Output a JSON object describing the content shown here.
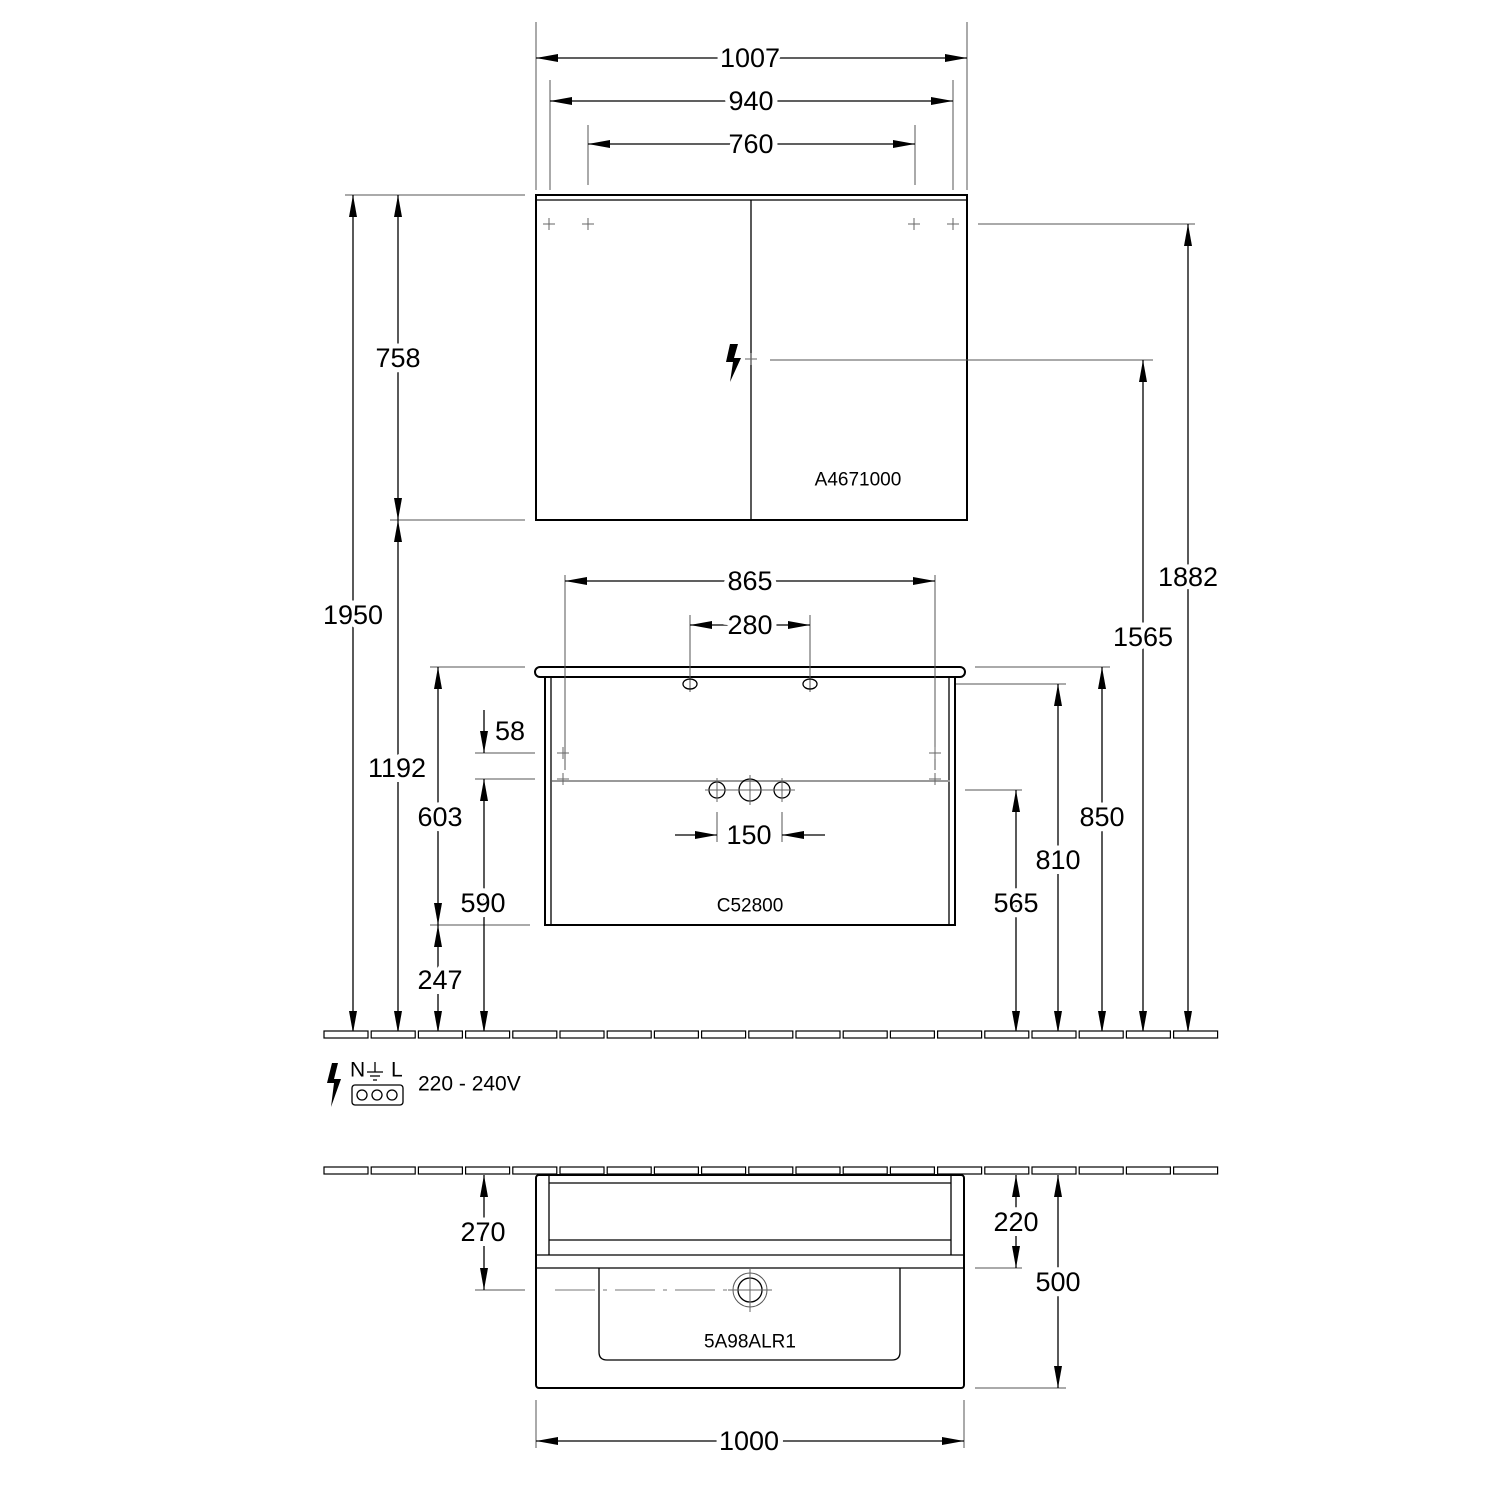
{
  "labels": {
    "mirror_cabinet": "A4671000",
    "vanity_unit": "C52800",
    "washbasin": "5A98ALR1",
    "voltage": "220 - 240V",
    "terminal_n": "N",
    "terminal_l": "L"
  },
  "dimensions": {
    "mirror_outer_width": "1007",
    "mirror_width": "940",
    "mirror_fixing_spacing": "760",
    "mirror_height": "758",
    "total_height": "1950",
    "mirror_bottom_height": "1192",
    "mirror_fixing_height": "1882",
    "socket_height": "1565",
    "vanity_width": "865",
    "vanity_fixing_spacing": "280",
    "tap_spacing": "150",
    "vanity_height": "603",
    "fixing_offset": "58",
    "rail_height": "590",
    "floor_clearance": "247",
    "waste_height": "565",
    "fixing_hole_height": "810",
    "top_height": "850",
    "drain_depth": "270",
    "cabinet_depth": "220",
    "total_depth": "500",
    "basin_width": "1000"
  },
  "icons": [
    "electrical-hazard-icon",
    "earth-ground-icon",
    "socket-terminal-icon"
  ],
  "colors": {
    "line": "#000000",
    "background": "#ffffff"
  }
}
